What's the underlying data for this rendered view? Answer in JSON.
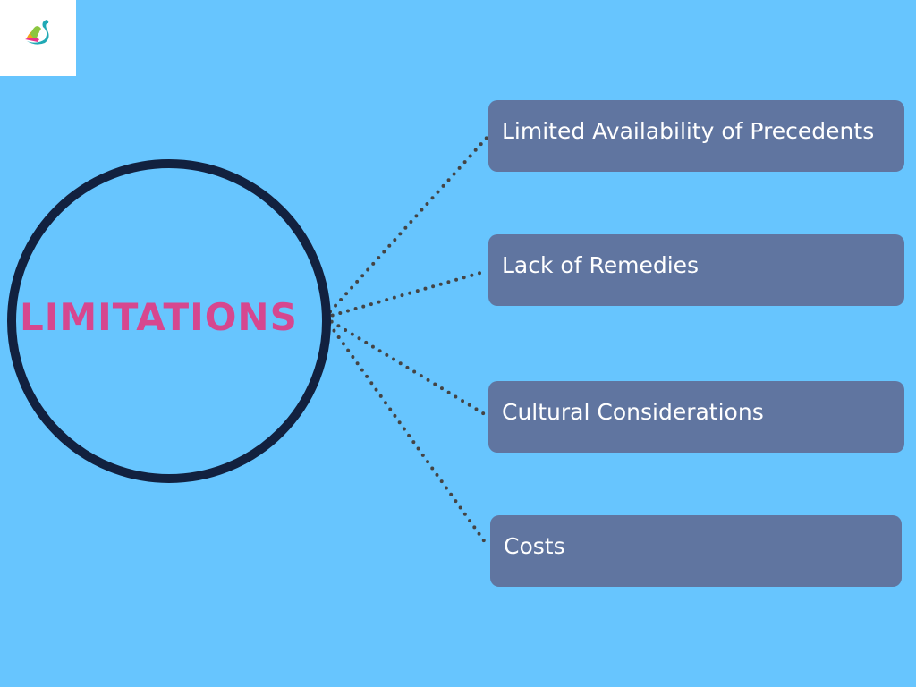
{
  "title": "LIMITATIONS",
  "logo": {
    "icon": "swan-logo-icon"
  },
  "items": [
    {
      "label": "Limited Availability of Precedents"
    },
    {
      "label": "Lack of Remedies"
    },
    {
      "label": "Cultural Considerations"
    },
    {
      "label": "Costs"
    }
  ],
  "colors": {
    "background": "#67c5fe",
    "box": "#6075a0",
    "circle": "#12213f",
    "title": "#d6478f",
    "connector": "#444444"
  }
}
